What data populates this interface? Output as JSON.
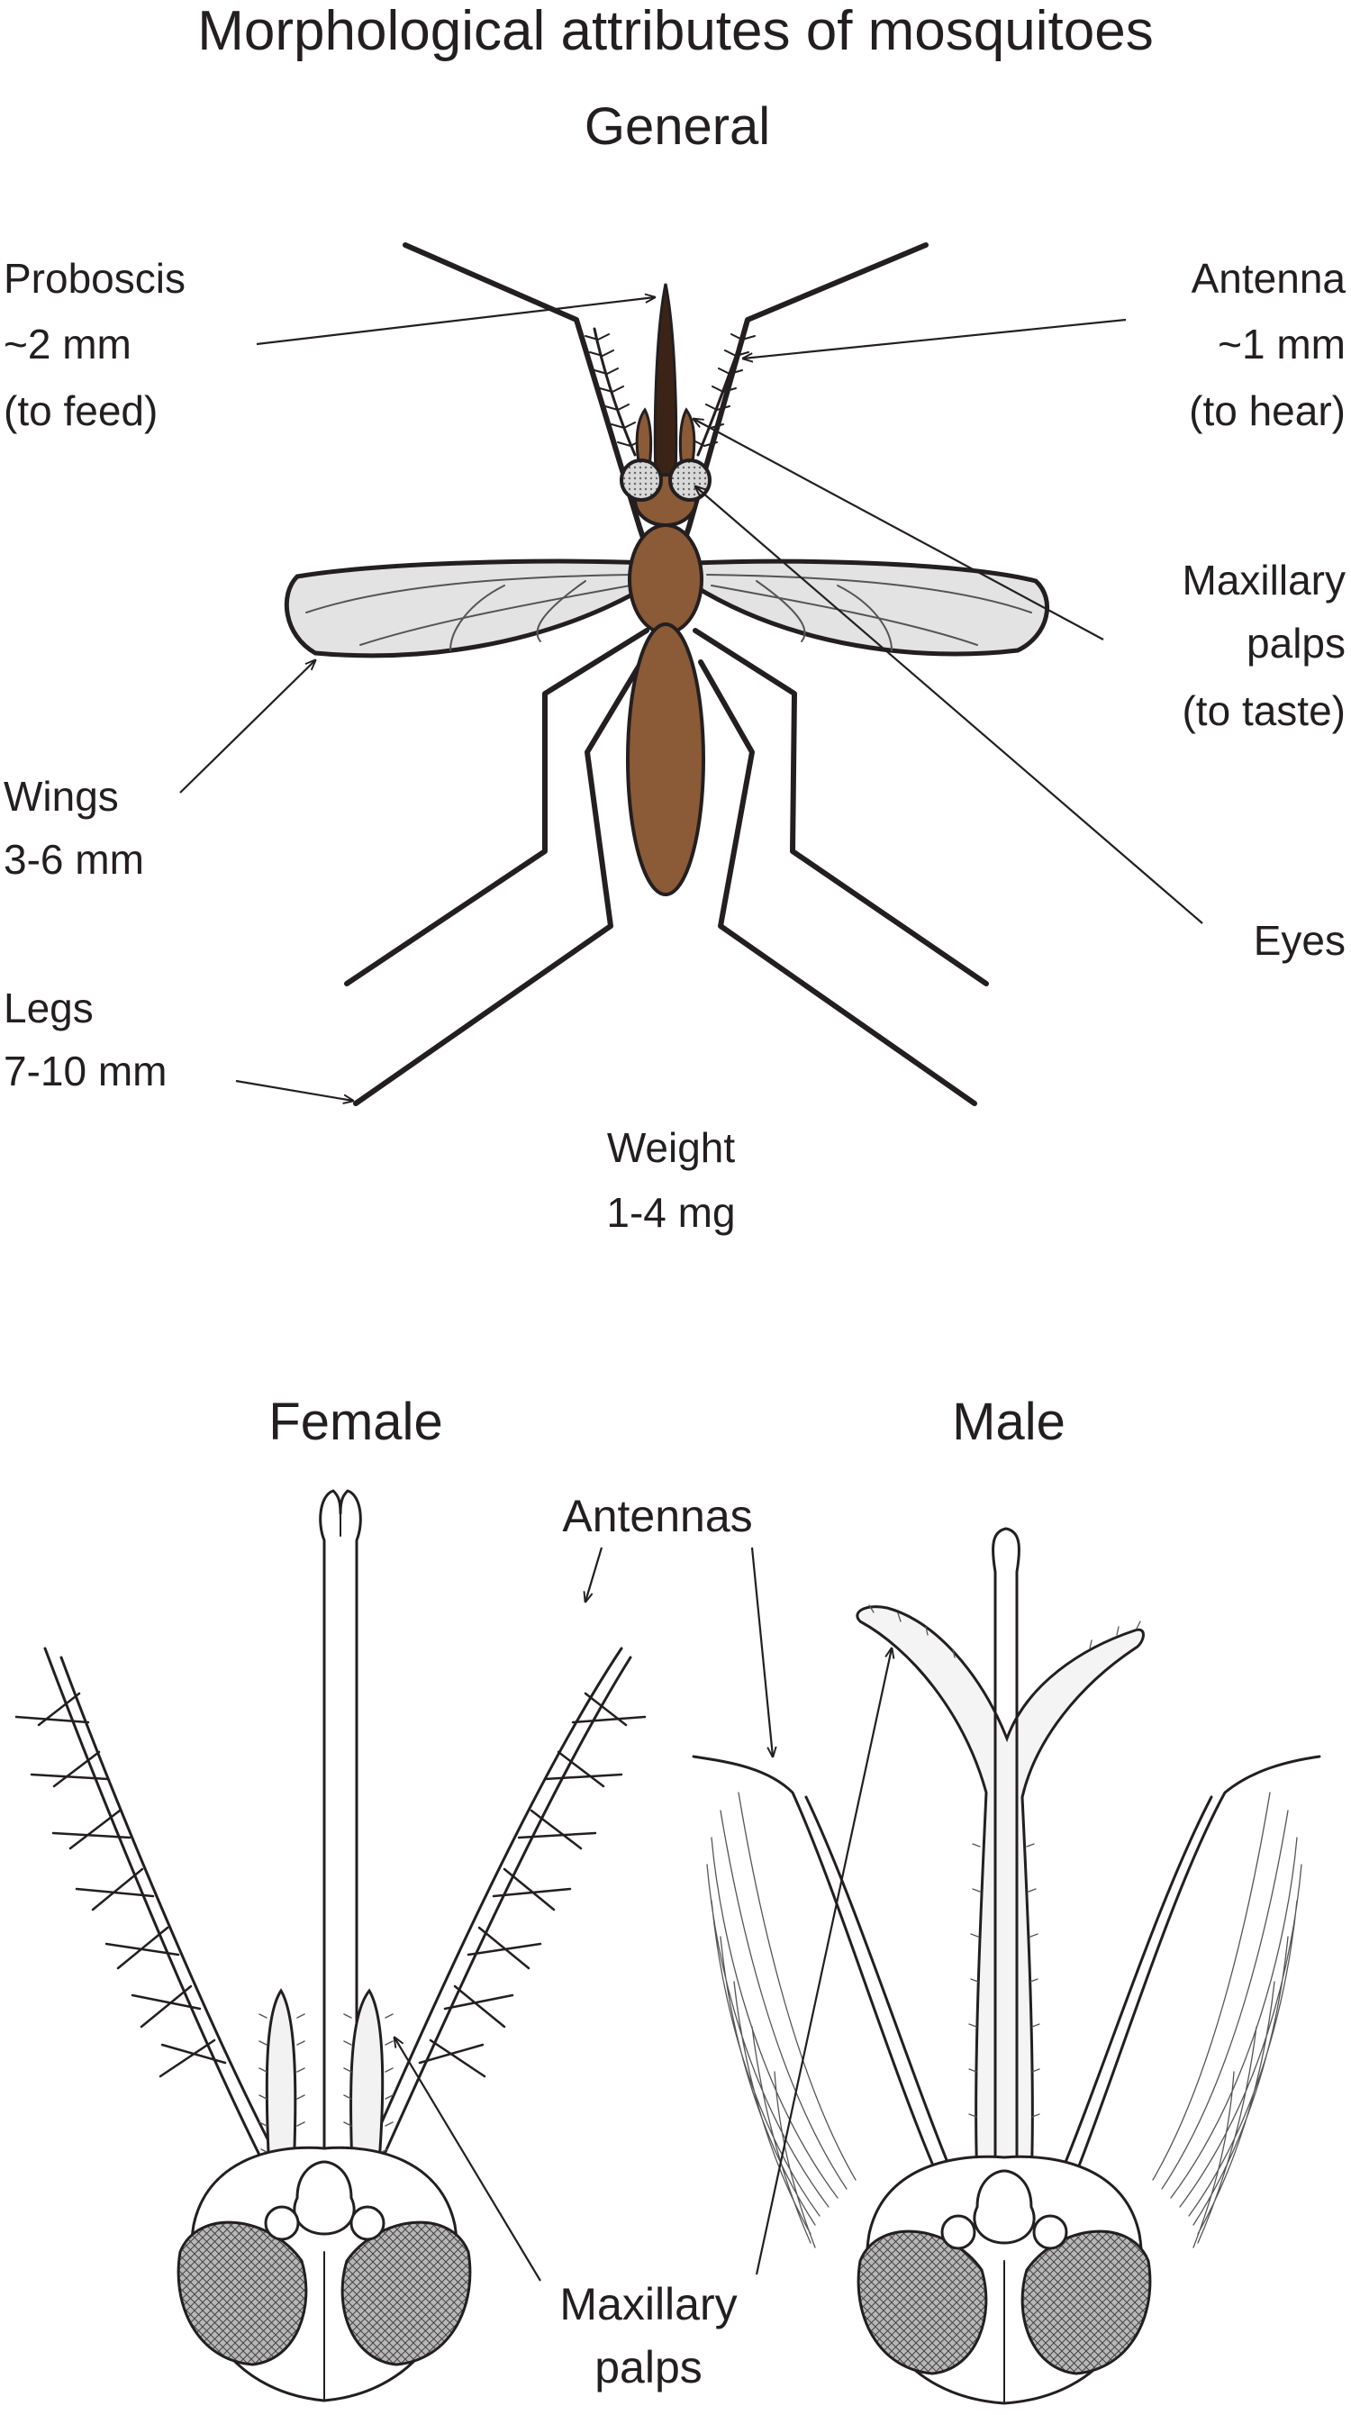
{
  "title": "Morphological attributes of mosquitoes",
  "general": {
    "heading": "General",
    "proboscis": {
      "name": "Proboscis",
      "size": "~2 mm",
      "role": "(to feed)"
    },
    "antenna": {
      "name": "Antenna",
      "size": "~1 mm",
      "role": "(to hear)"
    },
    "maxillary": {
      "name1": "Maxillary",
      "name2": "palps",
      "role": "(to taste)"
    },
    "wings": {
      "name": "Wings",
      "size": "3-6 mm"
    },
    "eyes": {
      "name": "Eyes"
    },
    "legs": {
      "name": "Legs",
      "size": "7-10 mm"
    },
    "weight": {
      "name": "Weight",
      "size": "1-4 mg"
    }
  },
  "female": {
    "heading": "Female"
  },
  "male": {
    "heading": "Male"
  },
  "heads": {
    "antennas_label": "Antennas",
    "maxillary_label1": "Maxillary",
    "maxillary_label2": "palps"
  },
  "colors": {
    "body_brown": "#8b5a36",
    "proboscis_dark": "#3b2416",
    "wing_gray": "#e3e3e3",
    "eye_gray": "#c8c8c8",
    "ink": "#231f20"
  }
}
